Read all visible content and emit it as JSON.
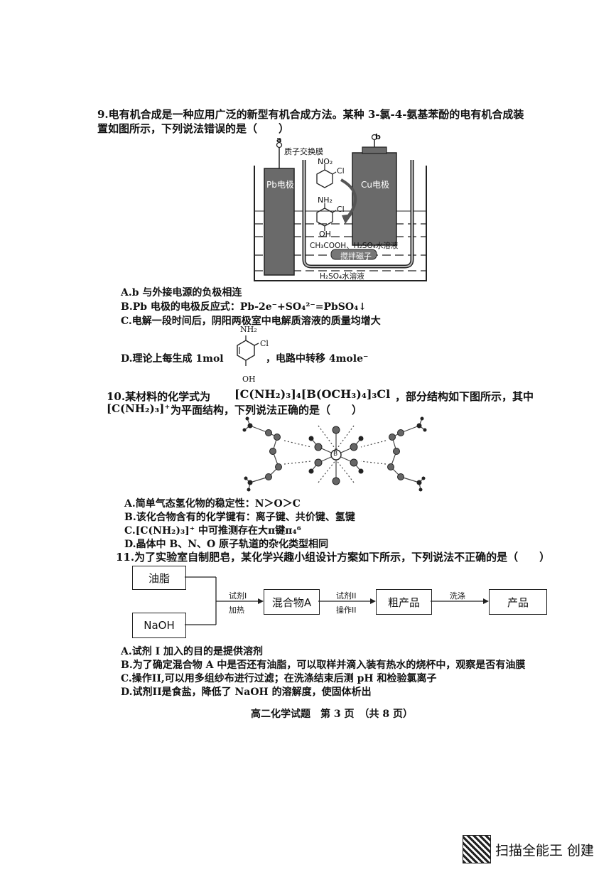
{
  "q9": {
    "stem_line1": "9.电有机合成是一种应用广泛的新型有机合成方法。某种 3-氯-4-氨基苯酚的电有机合成装",
    "stem_line2": "置如图所示，下列说法错误的是（　　）",
    "fig": {
      "terminal_a": "a",
      "terminal_b": "b",
      "membrane": "质子交换膜",
      "pb_electrode": "Pb电极",
      "cu_electrode": "Cu电极",
      "no2": "NO₂",
      "cl1": "Cl",
      "nh2": "NH₂",
      "cl2": "Cl",
      "oh": "OH",
      "catholyte": "CH₃COOH、H₂SO₄水溶液",
      "stirrer": "搅拌磁子",
      "anolyte": "H₂SO₄水溶液"
    },
    "options": {
      "A": "A.b 与外接电源的负极相连",
      "B": "B.Pb 电极的电极反应式：Pb-2e⁻+SO₄²⁻=PbSO₄↓",
      "C": "C.电解一段时间后，阴阳两极室中电解质溶液的质量均增大",
      "D_pre": "D.理论上每生成 1mol",
      "D_post": "，电路中转移 4mole⁻",
      "D_nh2": "NH₂",
      "D_cl": "Cl",
      "D_oh": "OH"
    }
  },
  "q10": {
    "stem_line1_pre": "10.某材料的化学式为",
    "formula": "[C(NH₂)₃]₄[B(OCH₃)₄]₃Cl",
    "stem_line1_post": "，部分结构如下图所示，其中",
    "stem_line2_formula": "[C(NH₂)₃]⁺",
    "stem_line2_post": "为平面结构，下列说法正确的是（　　）",
    "center_label": "B",
    "options": {
      "A": "A.简单气态氢化物的稳定性：N＞O＞C",
      "B": "B.该化合物含有的化学键有：离子键、共价键、氢键",
      "C": "C.[C(NH₂)₃]⁺ 中可推测存在大π键π₄⁶",
      "D": "D.晶体中 B、N、O 原子轨道的杂化类型相同"
    }
  },
  "q11": {
    "stem": "11.为了实验室自制肥皂，某化学兴趣小组设计方案如下所示，下列说法不正确的是（　　）",
    "flow": {
      "oil": "油脂",
      "naoh": "NaOH",
      "reagent1": "试剂I",
      "heat": "加热",
      "mixA": "混合物A",
      "reagent2": "试剂II",
      "op2": "操作II",
      "crude": "粗产品",
      "wash": "洗涤",
      "product": "产品"
    },
    "options": {
      "A": "A.试剂 I 加入的目的是提供溶剂",
      "B": "B.为了确定混合物 A 中是否还有油脂，可以取样并滴入装有热水的烧杯中，观察是否有油膜",
      "C": "C.操作II,可以用多组纱布进行过滤；在洗涤结束后测 pH 和检验氯离子",
      "D": "D.试剂II是食盐，降低了 NaOH 的溶解度，使固体析出"
    }
  },
  "footer": "高二化学试题　第 3 页　（共 8 页）",
  "watermark": "扫描全能王 创建"
}
